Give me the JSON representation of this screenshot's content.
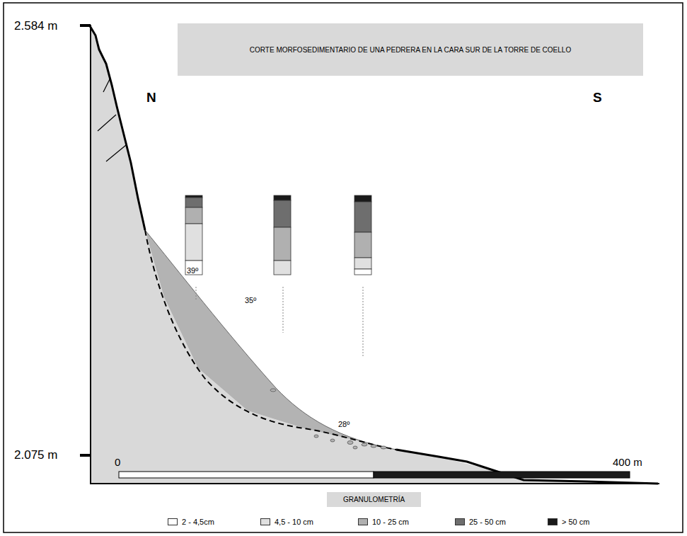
{
  "diagram": {
    "title": "CORTE MORFOSEDIMENTARIO DE UNA PEDRERA EN LA CARA SUR DE LA TORRE DE COELLO",
    "labels": [
      "2.584 m",
      "N",
      "S",
      "39º",
      "35º",
      "28º",
      "2.075 m",
      "0",
      "400 m",
      "GRANULOMETRÍA"
    ],
    "legend": [
      {
        "text": "2 - 4,5cm",
        "color": "#ffffff"
      },
      {
        "text": "4,5 - 10 cm",
        "color": "#e0e0e0"
      },
      {
        "text": "10 - 25 cm",
        "color": "#b0b0b0"
      },
      {
        "text": "25 - 50 cm",
        "color": "#6e6e6e"
      },
      {
        "text": "> 50 cm",
        "color": "#1a1a1a"
      }
    ]
  }
}
